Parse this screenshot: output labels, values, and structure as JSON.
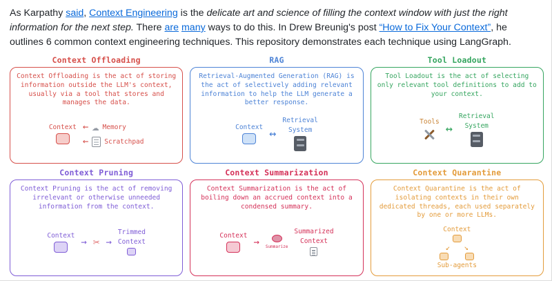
{
  "colors": {
    "link": "#0969da",
    "text": "#1f2328"
  },
  "intro": {
    "segments": [
      {
        "text": "As Karpathy "
      },
      {
        "text": "said"
      },
      {
        "text": ", "
      },
      {
        "text": "Context Engineering"
      },
      {
        "text": " is the "
      },
      {
        "text": "delicate art and science of filling the context window with just the right information for the next step."
      },
      {
        "text": " There "
      },
      {
        "text": "are"
      },
      {
        "text": " "
      },
      {
        "text": "many"
      },
      {
        "text": " ways to do this. In Drew Breunig's post "
      },
      {
        "text": "“How to Fix Your Context”"
      },
      {
        "text": ", he outlines 6 common context engineering techniques. This repository demonstrates each technique using LangGraph."
      }
    ]
  },
  "icons": {
    "cloud": "☁",
    "scissors": "✂",
    "arrow_left": "←",
    "arrow_right": "→",
    "arrow_both": "↔",
    "arrow_down_left": "↙",
    "arrow_down_right": "↘"
  },
  "cards": [
    {
      "title": "Context Offloading",
      "accent": "#d64f4a",
      "chip_fill": "#f6cdca",
      "description": "Context Offloading is the act of storing information outside the LLM's context, usually via a tool that stores and manages the data.",
      "labels": {
        "context": "Context",
        "memory": "Memory",
        "scratchpad": "Scratchpad"
      }
    },
    {
      "title": "RAG",
      "accent": "#4d83d6",
      "chip_fill": "#cfe2f8",
      "description": "Retrieval-Augmented Generation (RAG) is the act of selectively adding relevant information to help the LLM generate a better response.",
      "labels": {
        "context": "Context",
        "retrieval": "Retrieval",
        "system": "System"
      }
    },
    {
      "title": "Tool Loadout",
      "accent": "#35a55f",
      "tools_color": "#c98436",
      "description": "Tool Loadout is the act of selecting only relevant tool definitions to add to your context.",
      "labels": {
        "tools": "Tools",
        "retrieval": "Retrieval",
        "system": "System"
      }
    },
    {
      "title": "Context Pruning",
      "accent": "#7e5cd6",
      "chip_fill": "#ddd3f6",
      "description": "Context Pruning is the act of removing irrelevant or otherwise unneeded information from the context.",
      "labels": {
        "context": "Context",
        "trimmed_line1": "Trimmed",
        "trimmed_line2": "Context"
      }
    },
    {
      "title": "Context Summarization",
      "accent": "#d43058",
      "chip_fill": "#f5c9d3",
      "blob_fill": "#df93a8",
      "description": "Context Summarization is the act of boiling down an accrued context into a condensed summary.",
      "labels": {
        "context": "Context",
        "summarize": "Summarize",
        "summarized_line1": "Summarized",
        "summarized_line2": "Context"
      }
    },
    {
      "title": "Context Quarantine",
      "accent": "#e39b3a",
      "chip_fill": "#f8dcb5",
      "description": "Context Quarantine is the act of isolating contexts in their own dedicated threads, each used separately by one or more LLMs.",
      "labels": {
        "context": "Context",
        "subagents": "Sub-agents"
      }
    }
  ]
}
